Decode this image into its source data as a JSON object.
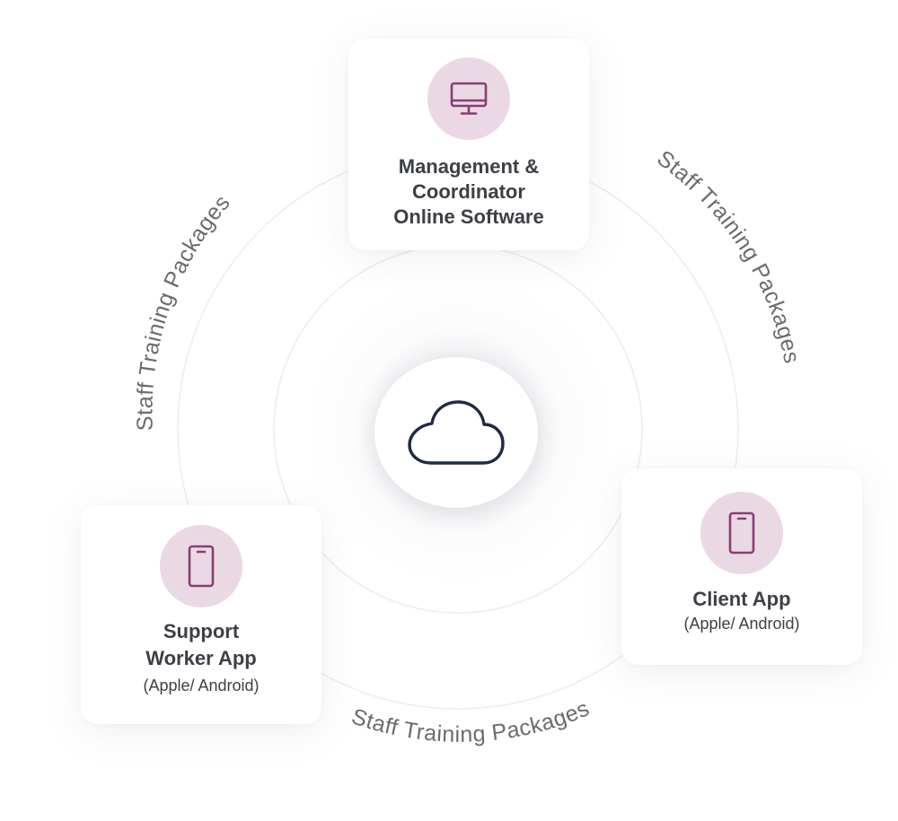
{
  "center": {
    "icon": "cloud-icon"
  },
  "cards": {
    "management": {
      "icon": "monitor-icon",
      "title_lines": [
        "Management &",
        "Coordinator",
        "Online Software"
      ]
    },
    "support_worker": {
      "icon": "phone-icon",
      "title_lines": [
        "Support",
        "Worker App"
      ],
      "subtitle": "(Apple/ Android)"
    },
    "client": {
      "icon": "phone-icon",
      "title": "Client App",
      "subtitle": "(Apple/ Android)"
    }
  },
  "ring_labels": {
    "left": "Staff Training Packages",
    "right": "Staff Training Packages",
    "bottom": "Staff Training Packages"
  },
  "colors": {
    "accent": "#8a3c73",
    "badge_bg": "#ead9e4",
    "cloud_stroke": "#1f2a44",
    "text": "#3c3f46",
    "ring_label": "#6b6b70"
  }
}
